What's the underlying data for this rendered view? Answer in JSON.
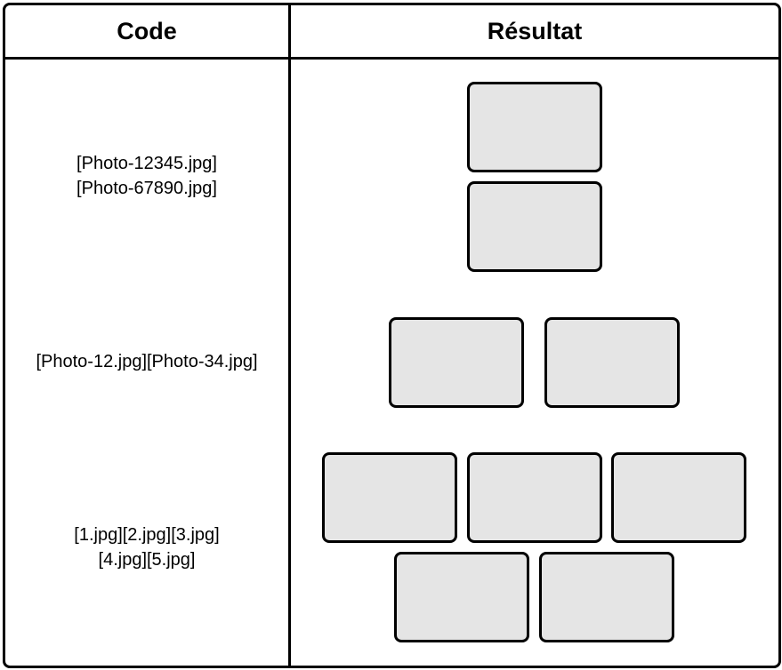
{
  "header": {
    "code_label": "Code",
    "result_label": "Résultat"
  },
  "rows": [
    {
      "code_lines": [
        "[Photo-12345.jpg]",
        "[Photo-67890.jpg]"
      ],
      "photo_count": 2,
      "layout": "vertical-stack"
    },
    {
      "code_lines": [
        "[Photo-12.jpg][Photo-34.jpg]"
      ],
      "photo_count": 2,
      "layout": "side-by-side"
    },
    {
      "code_lines": [
        "[1.jpg][2.jpg][3.jpg]",
        "[4.jpg][5.jpg]"
      ],
      "photo_count": 5,
      "layout": "three-over-two"
    }
  ],
  "colors": {
    "border": "#000000",
    "photo_fill": "#e5e5e5",
    "background": "#ffffff"
  }
}
